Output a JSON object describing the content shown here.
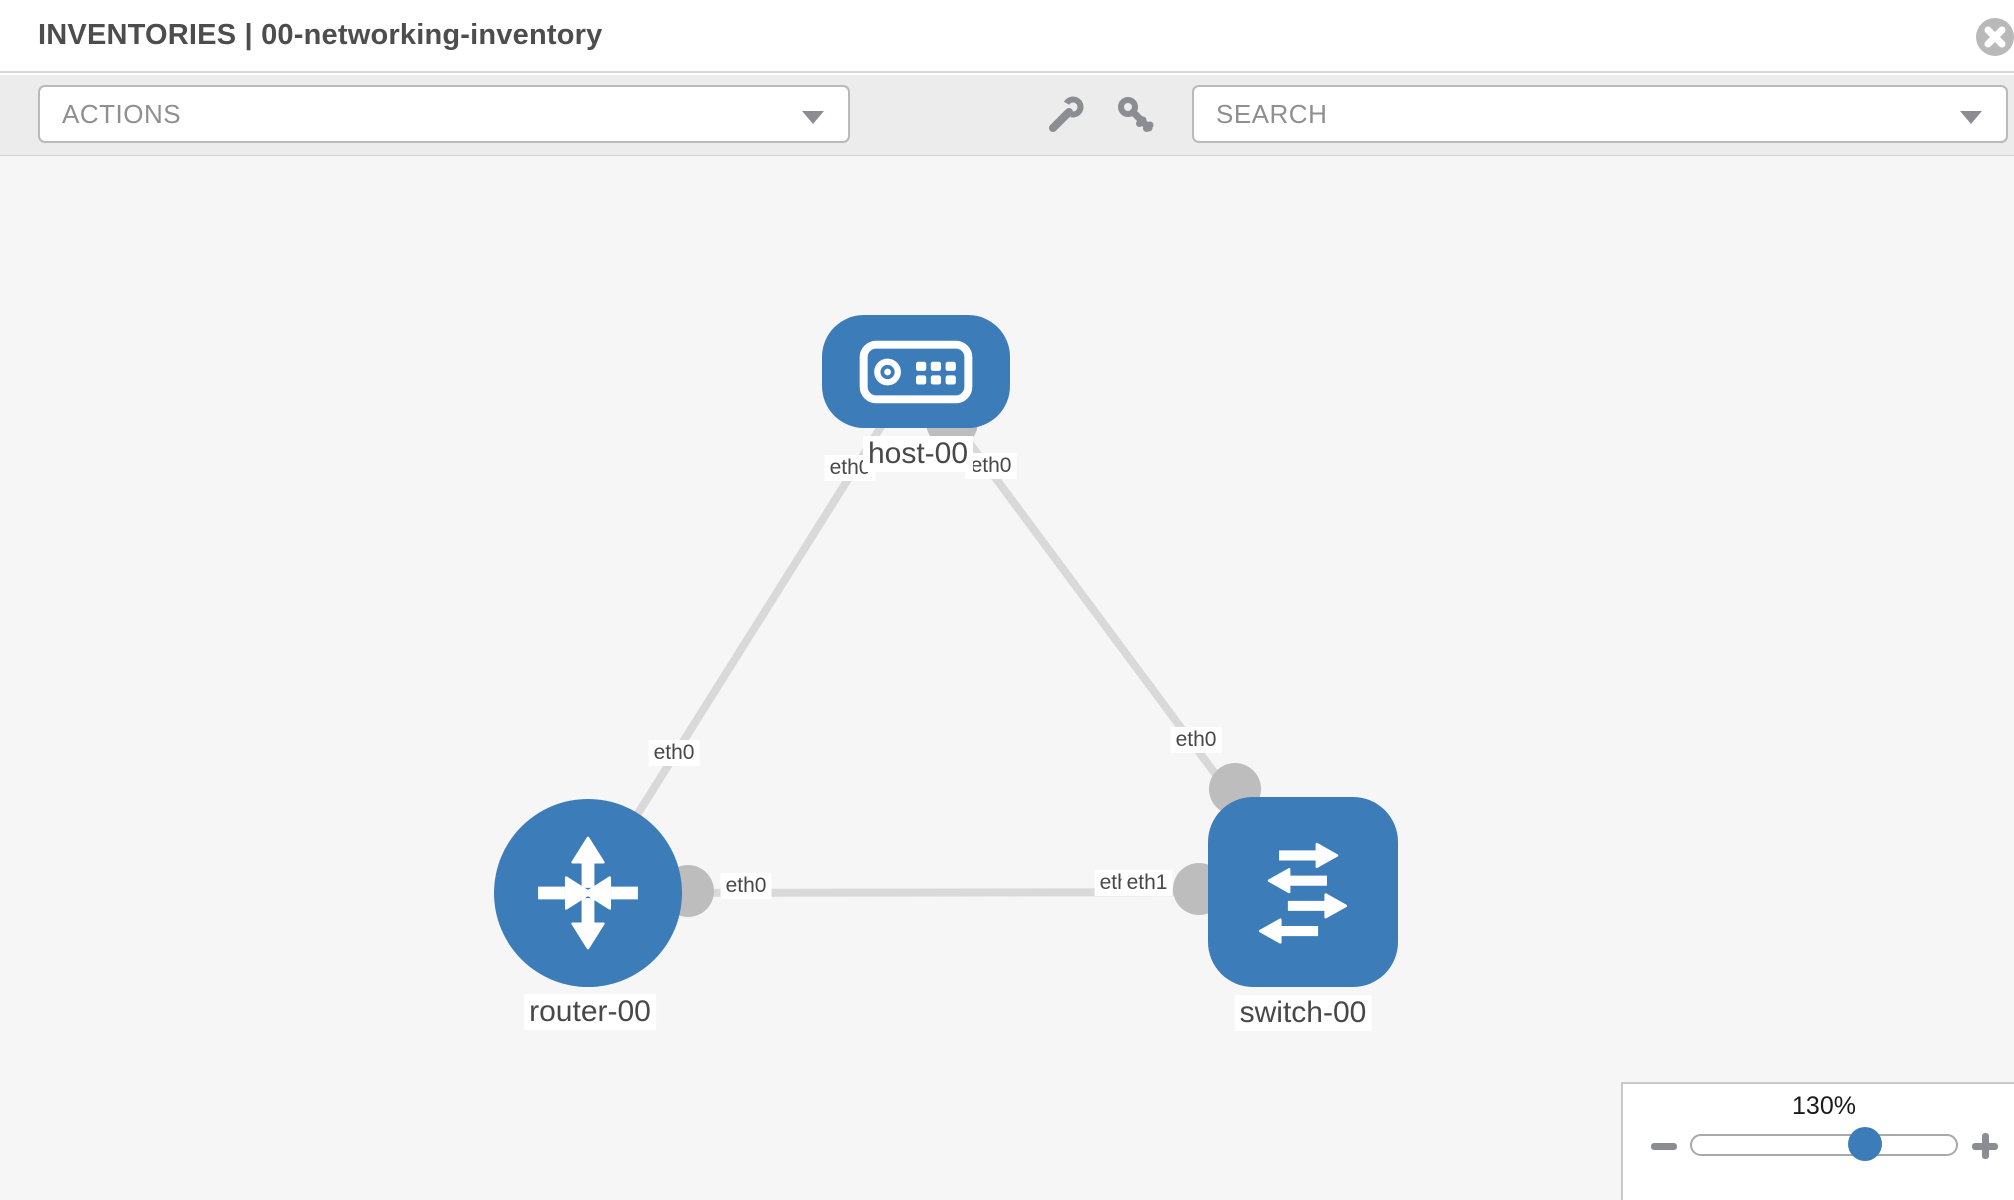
{
  "header": {
    "title": "INVENTORIES | 00-networking-inventory"
  },
  "toolbar": {
    "actions_label": "ACTIONS",
    "search_label": "SEARCH"
  },
  "icons": {
    "close": "times-circle-icon",
    "actions_chevron": "chevron-down-icon",
    "search_chevron": "chevron-down-icon",
    "wrench": "wrench-icon",
    "key": "key-icon",
    "host": "host-server-icon",
    "router": "router-arrows-icon",
    "switch": "switch-arrows-icon",
    "zoom_minus": "minus-icon",
    "zoom_plus": "plus-icon"
  },
  "colors": {
    "node_blue": "#3b7cb9",
    "link_gray": "#d9d9d9",
    "connector_gray": "#bdbdbd",
    "icon_gray": "#8b8d92",
    "close_gray": "#b9b9b9"
  },
  "canvas": {
    "nodes": {
      "host": {
        "label": "host-00",
        "type": "host"
      },
      "router": {
        "label": "router-00",
        "type": "router"
      },
      "switch": {
        "label": "switch-00",
        "type": "switch"
      }
    },
    "links": [
      {
        "from": "host-00",
        "to": "router-00"
      },
      {
        "from": "host-00",
        "to": "switch-00"
      },
      {
        "from": "router-00",
        "to": "switch-00"
      }
    ],
    "interfaces": {
      "host_if_left": "eth0",
      "host_if_right": "eth0",
      "link_host_router_mid": "eth0",
      "link_host_switch_mid": "eth0",
      "router_if_right": "eth0",
      "switch_if_back": "eth0",
      "switch_if_front": "eth1"
    }
  },
  "zoom_control": {
    "level": "130%"
  }
}
